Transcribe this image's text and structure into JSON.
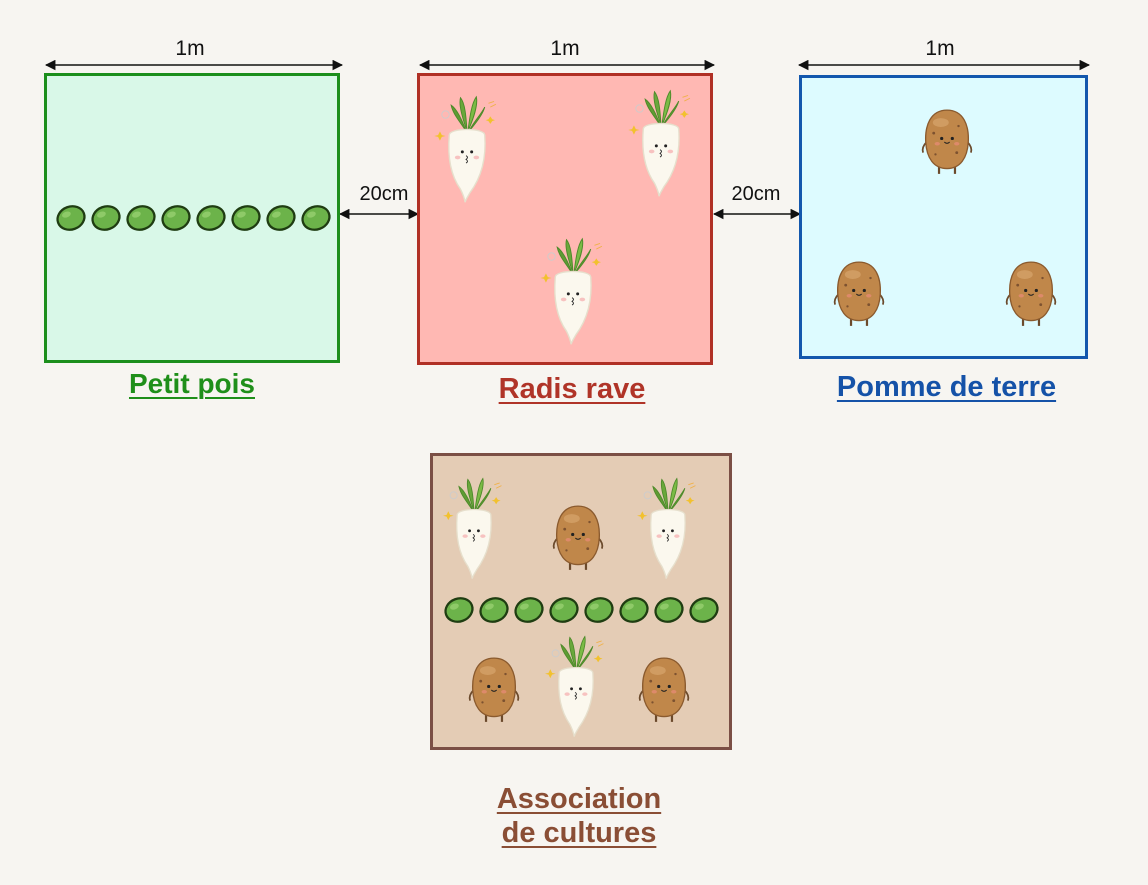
{
  "plots": [
    {
      "id": "petit-pois",
      "width_label": "1m",
      "title": "Petit pois",
      "fill": "#d9f8e8",
      "border": "#1c8f1c",
      "title_color": "#1f8f1a"
    },
    {
      "id": "radis-rave",
      "width_label": "1m",
      "title": "Radis rave",
      "fill": "#ffb8b3",
      "border": "#b03025",
      "title_color": "#b03428"
    },
    {
      "id": "pomme-de-terre",
      "width_label": "1m",
      "title": "Pomme de terre",
      "fill": "#ddfbff",
      "border": "#1357ad",
      "title_color": "#1552a8"
    }
  ],
  "gaps": [
    {
      "label": "20cm"
    },
    {
      "label": "20cm"
    }
  ],
  "association": {
    "title_line1": "Association",
    "title_line2": "de cultures",
    "fill": "#e4ccb5",
    "border": "#7b4f45",
    "title_color": "#8a4e35"
  },
  "icons": {
    "pea": "pea-icon",
    "radish": "radish-icon",
    "potato": "potato-icon"
  },
  "colors": {
    "pea_fill": "#6cb34a",
    "pea_stroke": "#1f3d12",
    "radish_body": "#fbf8ee",
    "radish_leaves": "#6aa83b",
    "potato_body": "#c0874a"
  }
}
